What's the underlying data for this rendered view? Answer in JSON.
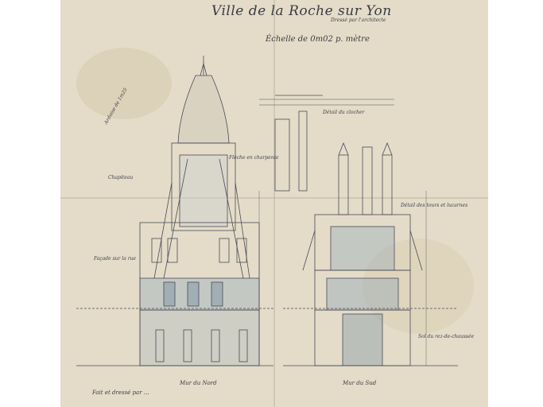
{
  "document": {
    "title": "Ville de la Roche sur Yon",
    "subtitle": "Échelle de 0m02 p. mètre",
    "signature_text": "Dressé par l'architecte",
    "left_caption": "Façade sur la rue",
    "bottom_left_note": "Fait et dressé par ...",
    "section_label_left": "Mur du Nord",
    "section_label_right": "Mur du Sud",
    "annotations": [
      "Ardoise de 1m25",
      "Détail du clocher",
      "Chapiteau",
      "Détail des tours et lucarnes",
      "Flèche en charpente",
      "Sol du rez-de-chaussée"
    ]
  },
  "colors": {
    "paper": "#e4dcc8",
    "ink": "#3b3a44",
    "wash_blue": "#8aa3b6"
  }
}
